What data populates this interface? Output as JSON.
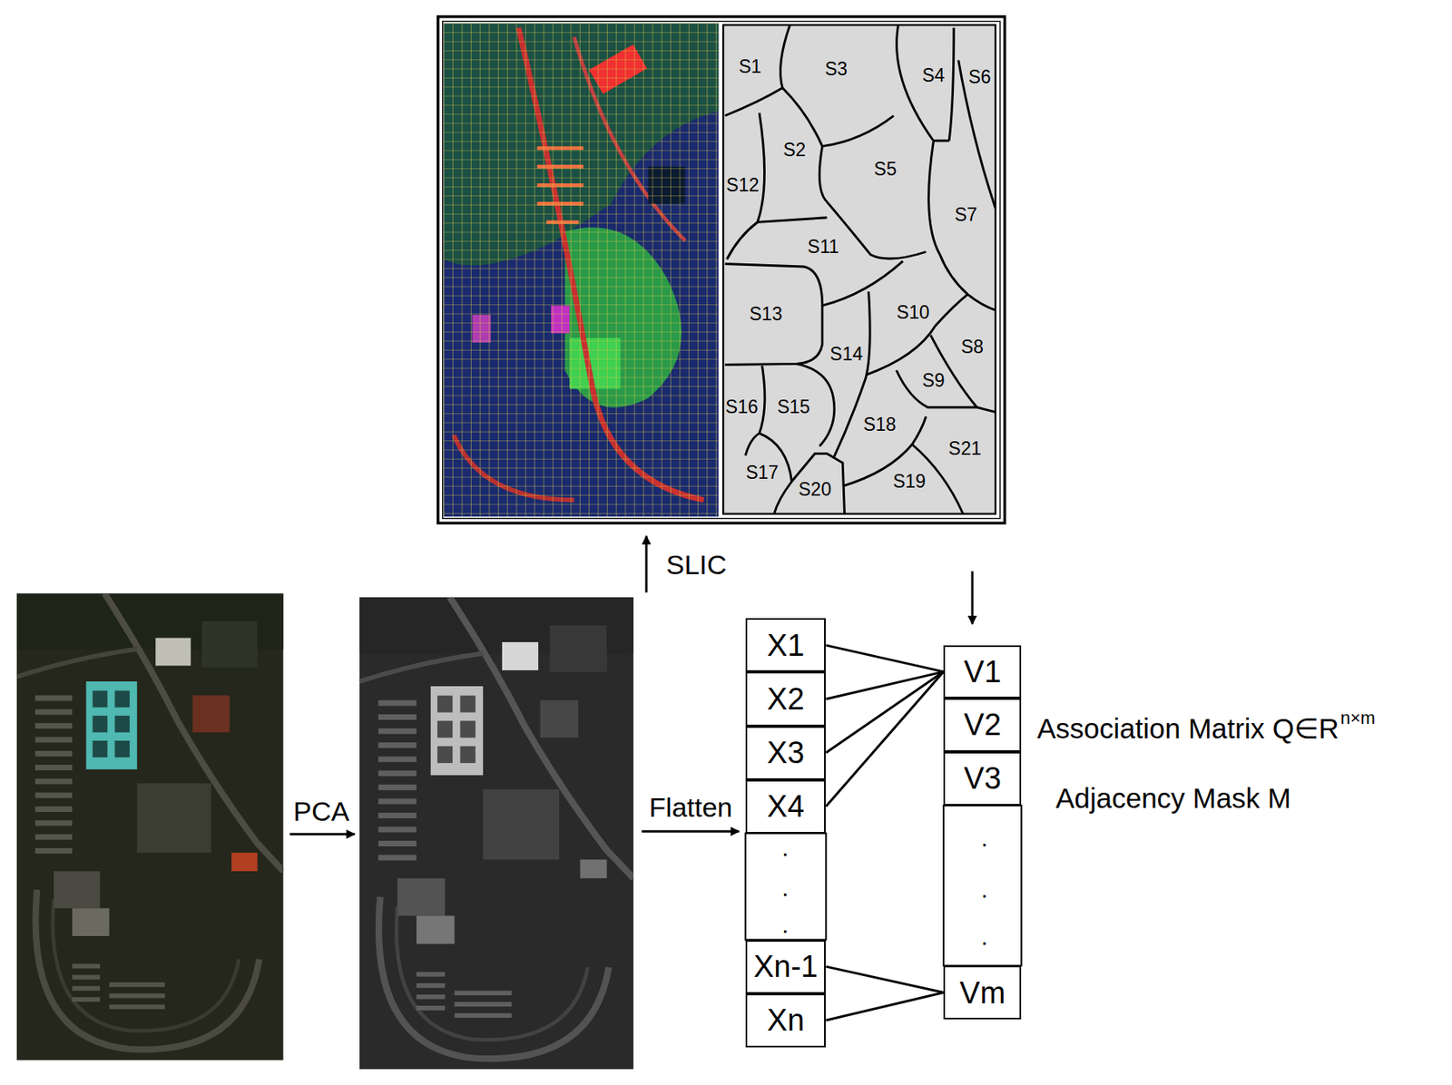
{
  "diagram": {
    "nodes": [
      {
        "text": [
          "X1"
        ]
      },
      {
        "text": [
          "X2"
        ]
      },
      {
        "text": [
          "X3"
        ]
      },
      {
        "text": [
          "X4"
        ]
      },
      {
        "text": [
          "Xn-1"
        ]
      },
      {
        "text": [
          "Xn"
        ]
      },
      {
        "text": [
          "V1"
        ]
      },
      {
        "text": [
          "V2"
        ]
      },
      {
        "text": [
          "V3"
        ]
      },
      {
        "text": [
          "Vm"
        ]
      }
    ],
    "edges": [
      {
        "from": 0,
        "to": 6,
        "arrow": "none"
      },
      {
        "from": 1,
        "to": 6,
        "arrow": "none"
      },
      {
        "from": 2,
        "to": 6,
        "arrow": "none"
      },
      {
        "from": 3,
        "to": 6,
        "arrow": "none"
      },
      {
        "from": 4,
        "to": 9,
        "arrow": "none"
      },
      {
        "from": 5,
        "to": 9,
        "arrow": "none"
      }
    ],
    "labels": [
      "S1",
      "S2",
      "S3",
      "S4",
      "S5",
      "S6",
      "S7",
      "S8",
      "S9",
      "S10",
      "S11",
      "S12",
      "S13",
      "S14",
      "S15",
      "S16",
      "S17",
      "S18",
      "S19",
      "S20",
      "S21",
      "SLIC",
      "PCA",
      "Flatten",
      "Association Matrix Q∈R",
      "n×m",
      "Adjacency Mask M",
      ".",
      ".",
      ".",
      ".",
      ".",
      "."
    ]
  }
}
